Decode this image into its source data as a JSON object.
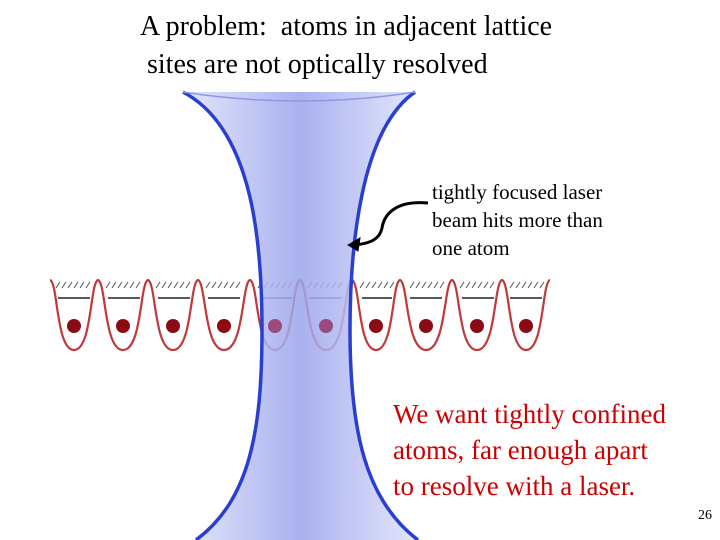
{
  "slide": {
    "title": "A problem:  atoms in adjacent lattice\n sites are not optically resolved",
    "beam_label": "tightly focused laser\nbeam hits more than\none atom",
    "callout": "We want tightly confined\natoms, far enough apart\nto resolve with a laser.",
    "page_number": "26"
  },
  "colors": {
    "beam_edge": "#2a3fd1",
    "beam_fill": "#b7bdf2",
    "lattice_curve": "#c0393b",
    "atom": "#8b0a14",
    "atom_in_beam": "#9a4a7c",
    "callout_text": "#cc0000"
  },
  "diagram": {
    "atom_count": 10,
    "atoms_hit_by_beam": 2
  }
}
